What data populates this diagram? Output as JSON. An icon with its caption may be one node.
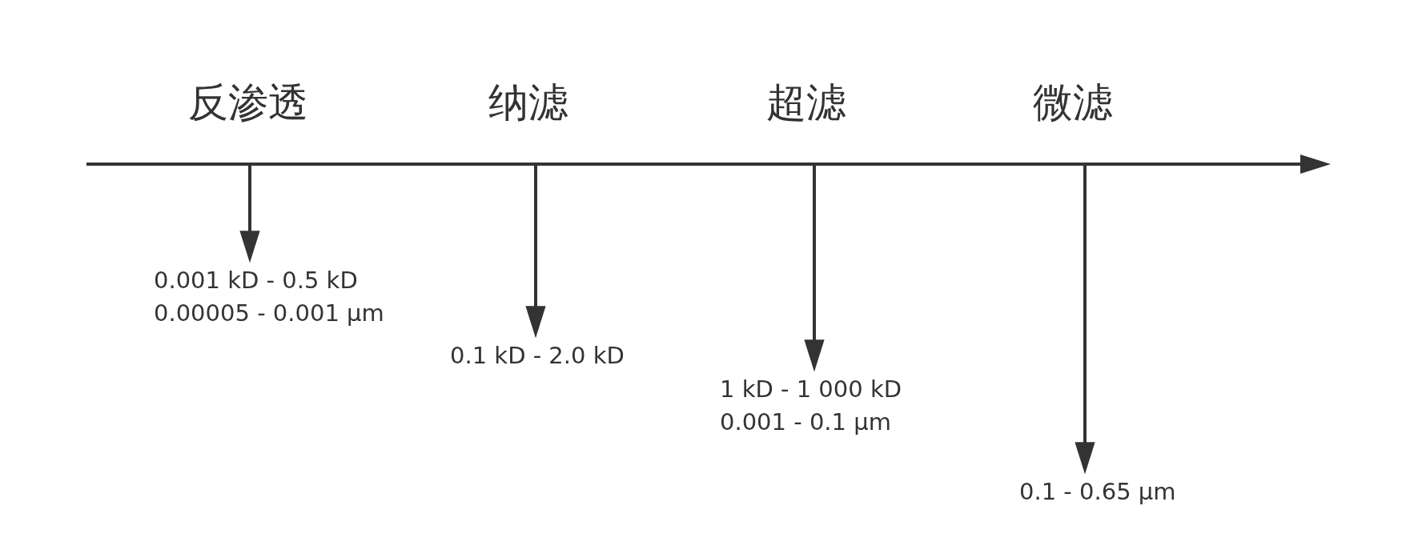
{
  "diagram": {
    "nodes": [
      {
        "text": [
          "0.001 kD - 0.5 kD",
          "0.00005 - 0.001 µm"
        ]
      },
      {
        "text": [
          "0.1 kD - 2.0 kD"
        ]
      },
      {
        "text": [
          "1 kD - 1 000 kD",
          "0.001 - 0.1 µm"
        ]
      },
      {
        "text": [
          "0.1 - 0.65 µm"
        ]
      }
    ],
    "edges": [
      {
        "from": null,
        "to": 0,
        "arrow": "to"
      },
      {
        "from": null,
        "to": 1,
        "arrow": "to"
      },
      {
        "from": null,
        "to": 2,
        "arrow": "to"
      },
      {
        "from": null,
        "to": 3,
        "arrow": "to"
      }
    ],
    "labels": [
      "反渗透",
      "纳滤",
      "超滤",
      "微滤"
    ]
  }
}
